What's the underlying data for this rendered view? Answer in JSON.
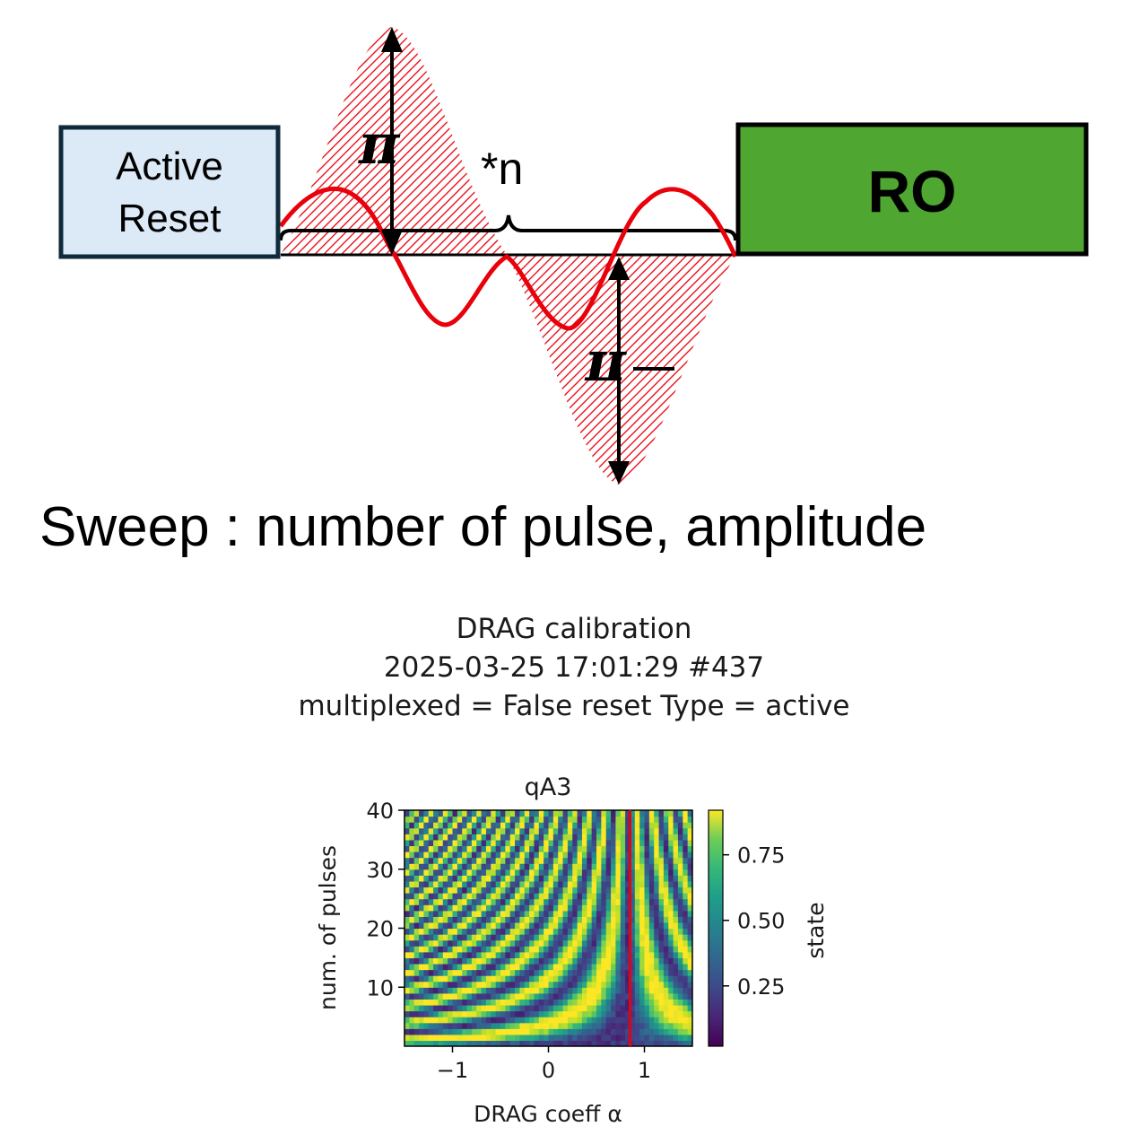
{
  "diagram": {
    "active_reset": {
      "line1": "Active",
      "line2": "Reset"
    },
    "ro_label": "RO",
    "repeat_label": "*n",
    "pi_label": "π",
    "minus_pi_label": "π",
    "sweep_text": "Sweep : number of pulse, amplitude",
    "colors": {
      "reset_fill": "#dce9f6",
      "reset_border": "#0f2a3a",
      "ro_fill": "#4fa630",
      "pulse": "#e8000b"
    }
  },
  "figure": {
    "title_line1": "DRAG calibration",
    "title_line2": "2025-03-25 17:01:29 #437",
    "title_line3": "multiplexed = False reset Type = active"
  },
  "chart_data": {
    "type": "heatmap",
    "title": "qA3",
    "xlabel": "DRAG coeff α",
    "ylabel": "num. of pulses",
    "xlim": [
      -1.5,
      1.5
    ],
    "ylim": [
      0,
      40
    ],
    "xticks": [
      "−1",
      "0",
      "1"
    ],
    "yticks": [
      "10",
      "20",
      "30",
      "40"
    ],
    "colorbar": {
      "label": "state",
      "ticks": [
        "0.25",
        "0.50",
        "0.75"
      ],
      "range": [
        0.02,
        0.92
      ],
      "colormap": "viridis"
    },
    "marker_line": {
      "x": 0.85,
      "color": "#e8000b"
    }
  }
}
